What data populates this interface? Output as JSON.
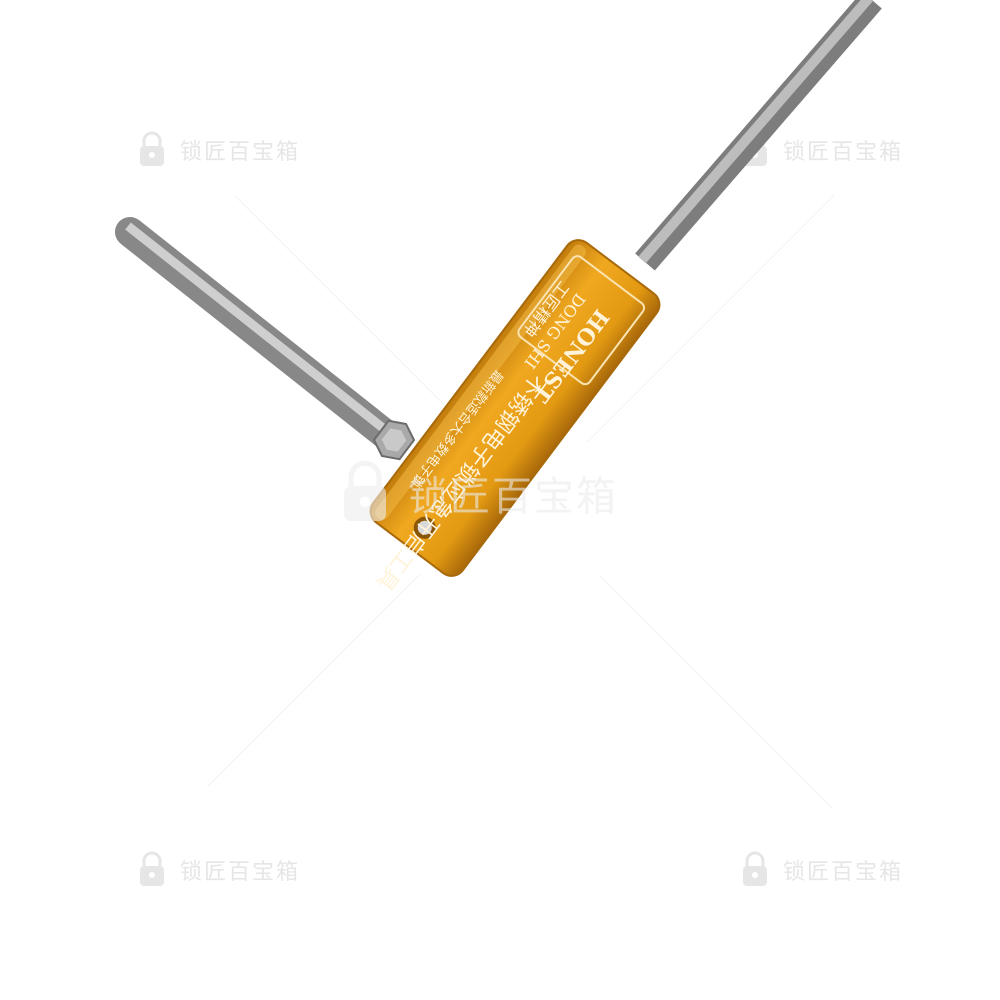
{
  "watermark": {
    "text": "锁匠百宝箱",
    "icon": "padlock-shield-logo"
  },
  "tool": {
    "brand": "HONEST",
    "brand_sub": "DONG SHI",
    "brand_cn": "工匠精神",
    "engraving_main": "不锈钢电子锁应急开启工具",
    "engraving_sub": "最新款适合大多数电子锁",
    "colors": {
      "handle": "#e8a015",
      "handle_shadow": "#b8740a",
      "rod": "#a8a8a8",
      "background": "#ffffff"
    }
  }
}
